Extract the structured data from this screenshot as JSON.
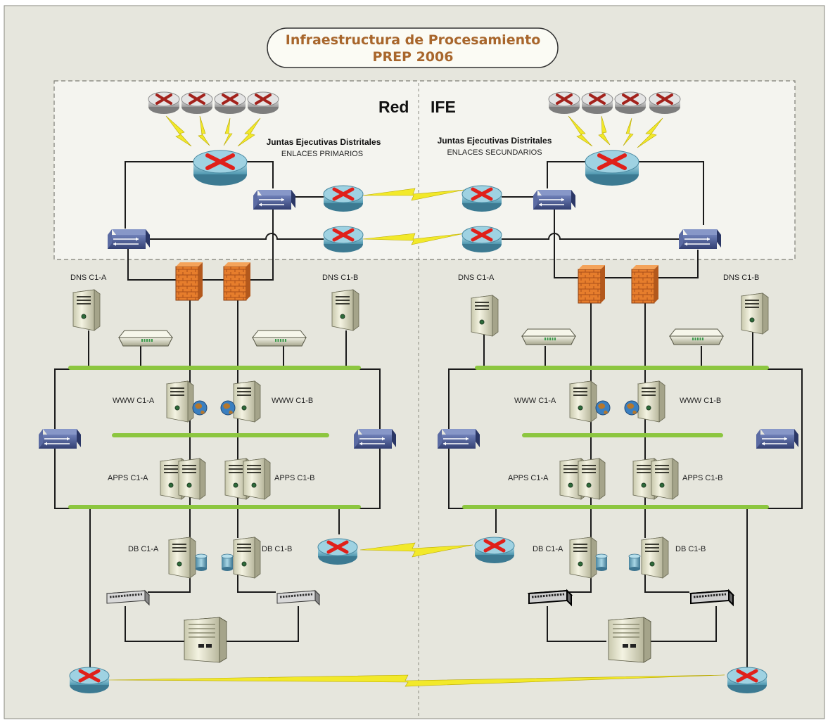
{
  "title": {
    "line1": "Infraestructura de Procesamiento",
    "line2": "PREP 2006"
  },
  "network": {
    "red": "Red",
    "ife": "IFE"
  },
  "juntas": {
    "left": {
      "title": "Juntas Ejecutivas Distritales",
      "subtitle": "ENLACES PRIMARIOS"
    },
    "right": {
      "title": "Juntas Ejecutivas Distritales",
      "subtitle": "ENLACES SECUNDARIOS"
    }
  },
  "left_site": {
    "dns_a": "DNS C1-A",
    "dns_b": "DNS C1-B",
    "www_a": "WWW C1-A",
    "www_b": "WWW C1-B",
    "apps_a": "APPS C1-A",
    "apps_b": "APPS C1-B",
    "db_a": "DB C1-A",
    "db_b": "DB C1-B"
  },
  "right_site": {
    "dns_a": "DNS C1-A",
    "dns_b": "DNS C1-B",
    "www_a": "WWW C1-A",
    "www_b": "WWW C1-B",
    "apps_a": "APPS C1-A",
    "apps_b": "APPS C1-B",
    "db_a": "DB C1-A",
    "db_b": "DB C1-B"
  },
  "colors": {
    "router": "#7ab8cc",
    "switch": "#4a5a94",
    "firewall": "#e07a2a",
    "server": "#ecebd4",
    "lan_bus": "#8cc63f",
    "wan_link": "#f2e92a",
    "backdrop": "#e6e6dd"
  },
  "icons": [
    "router-icon",
    "switch-icon",
    "firewall-icon",
    "server-icon",
    "load-balancer-icon",
    "web-globe-icon",
    "database-icon",
    "storage-array-icon",
    "hub-icon",
    "lightning-link-icon"
  ]
}
